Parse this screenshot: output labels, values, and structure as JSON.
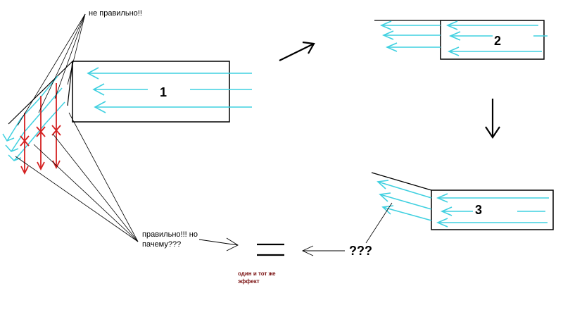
{
  "labels": {
    "wrong": "не правильно!!",
    "right_line1": "правильно!!! но",
    "right_line2": "пачему???",
    "question": "???",
    "same_line1": "один и тот же",
    "same_line2": "эффект"
  },
  "boxes": {
    "box1": "1",
    "box2": "2",
    "box3": "3"
  },
  "colors": {
    "cyan": "#3fd0e0",
    "red": "#d42020",
    "dark_red": "#7a1010",
    "black": "#000000"
  }
}
